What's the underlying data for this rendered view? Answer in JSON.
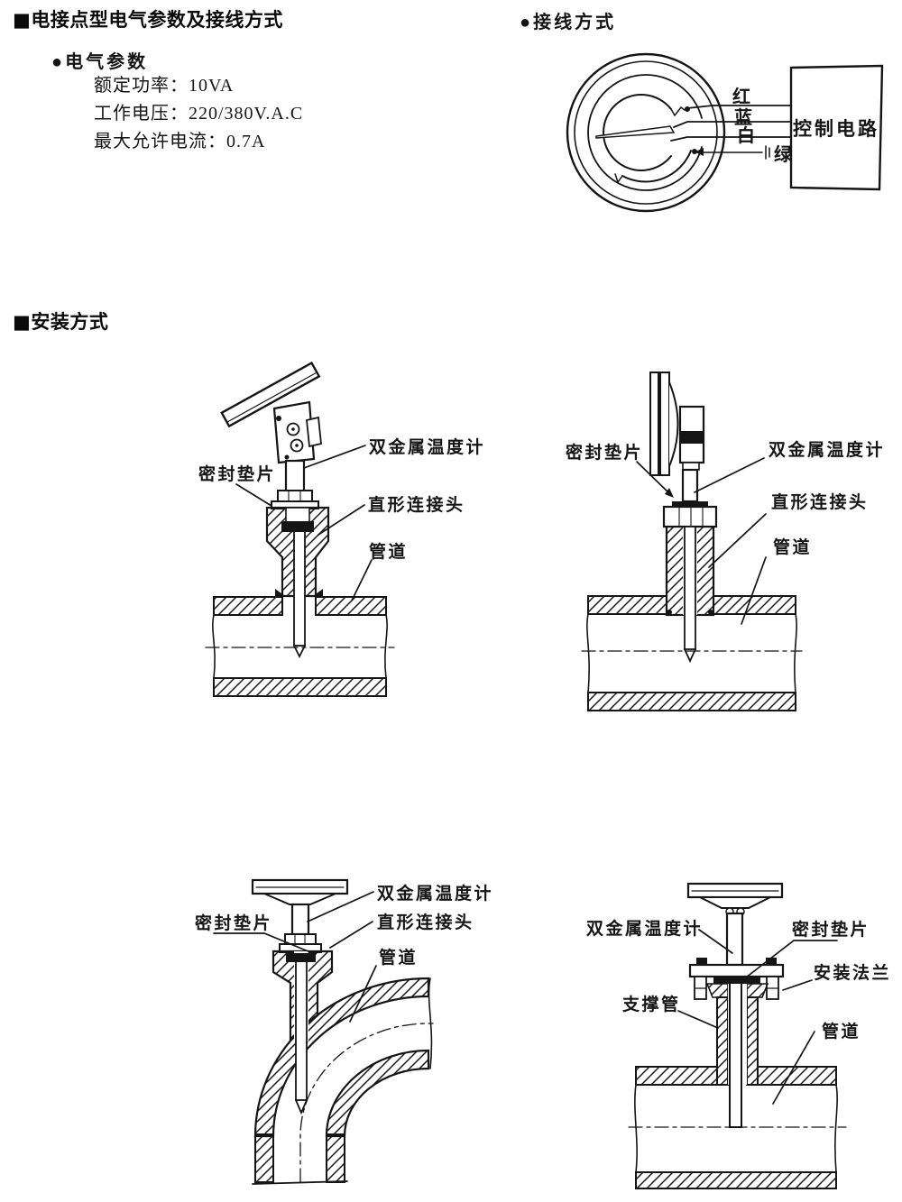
{
  "colors": {
    "ink": "#151515",
    "paper": "#ffffff"
  },
  "section_electrical": {
    "marker": "■",
    "title": "电接点型电气参数及接线方式",
    "subsection_marker": "●",
    "subsection_title": "电气参数",
    "params": [
      "额定功率：10VA",
      "工作电压：220/380V.A.C",
      "最大允许电流：0.7A"
    ]
  },
  "section_wiring": {
    "marker": "●",
    "title": "接线方式",
    "wire_labels": {
      "red": "红",
      "blue": "蓝",
      "white": "白",
      "green": "绿"
    },
    "box_label": "控制电路"
  },
  "section_install": {
    "marker": "■",
    "title": "安装方式"
  },
  "diagrams": {
    "top_left": {
      "labels": {
        "thermometer": "双金属温度计",
        "gasket": "密封垫片",
        "connector": "直形连接头",
        "pipe": "管道"
      }
    },
    "top_right": {
      "labels": {
        "thermometer": "双金属温度计",
        "gasket": "密封垫片",
        "connector": "直形连接头",
        "pipe": "管道"
      }
    },
    "bottom_left": {
      "labels": {
        "thermometer": "双金属温度计",
        "gasket": "密封垫片",
        "connector": "直形连接头",
        "pipe": "管道"
      }
    },
    "bottom_right": {
      "labels": {
        "thermometer": "双金属温度计",
        "gasket": "密封垫片",
        "flange": "安装法兰",
        "support": "支撑管",
        "pipe": "管道"
      }
    }
  }
}
